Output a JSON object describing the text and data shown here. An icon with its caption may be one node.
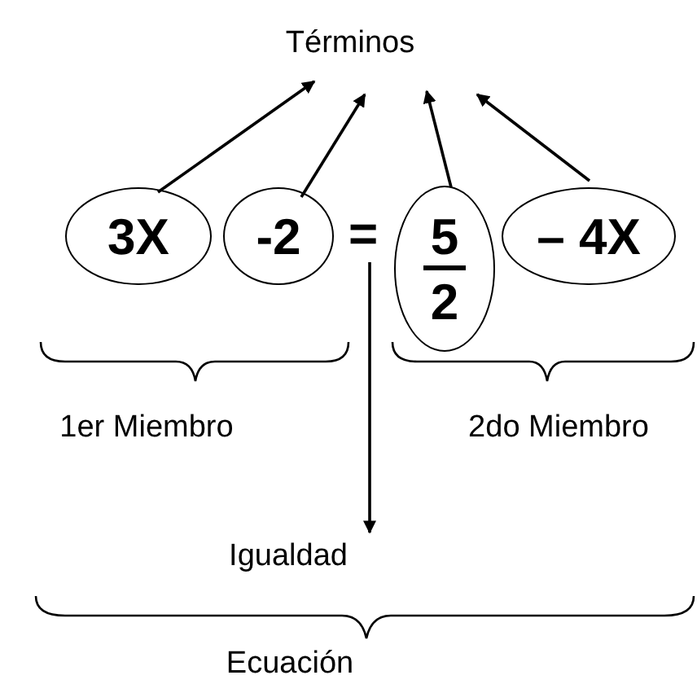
{
  "diagram": {
    "nodes": [
      {
        "text": [
          "Términos"
        ]
      },
      {
        "text": [
          "3X"
        ]
      },
      {
        "text": [
          "-2"
        ]
      },
      {
        "text": [
          "="
        ]
      },
      {
        "text": [
          "5",
          "2"
        ]
      },
      {
        "text": [
          "– 4X"
        ]
      },
      {
        "text": [
          "Igualdad"
        ]
      }
    ],
    "edges": [
      {
        "from": 1,
        "to": 0,
        "arrow": "to"
      },
      {
        "from": 2,
        "to": 0,
        "arrow": "to"
      },
      {
        "from": 4,
        "to": 0,
        "arrow": "to"
      },
      {
        "from": 5,
        "to": 0,
        "arrow": "to"
      },
      {
        "from": 3,
        "to": 6,
        "arrow": "to"
      }
    ],
    "labels": [
      "1er Miembro",
      "2do Miembro",
      "Ecuación"
    ]
  }
}
